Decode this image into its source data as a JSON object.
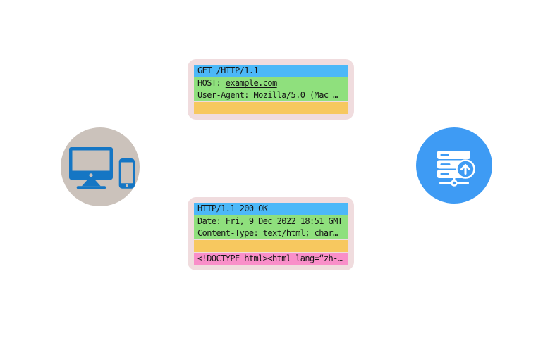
{
  "request_box": {
    "request_line": "GET /HTTP/1.1",
    "host_label": "HOST: ",
    "host_value": "example.com",
    "user_agent_line": "User-Agent: Mozilla/5.0 (Mac …"
  },
  "response_box": {
    "status_line": "HTTP/1.1 200 OK",
    "date_line": "Date: Fri, 9 Dec 2022 18:51 GMT",
    "content_type_line": "Content-Type: text/html; char…",
    "body_line": "<!DOCTYPE html><html lang=“zh-…"
  },
  "client": {
    "icon": "desktop-and-phone-icon"
  },
  "server": {
    "icon": "server-upload-icon"
  },
  "colors": {
    "request_line_bg": "#4cb8f8",
    "headers_bg": "#8fe07d",
    "separator_bg": "#f7c85f",
    "body_bg": "#f98fc9",
    "box_bg": "#f0dcde",
    "client_circle_bg": "#cbc2bb",
    "client_icon_blue": "#1576c4",
    "server_circle_bg": "#3e9bf4",
    "server_icon": "#ffffff",
    "text": "#161616",
    "page_bg": "#ffffff"
  }
}
